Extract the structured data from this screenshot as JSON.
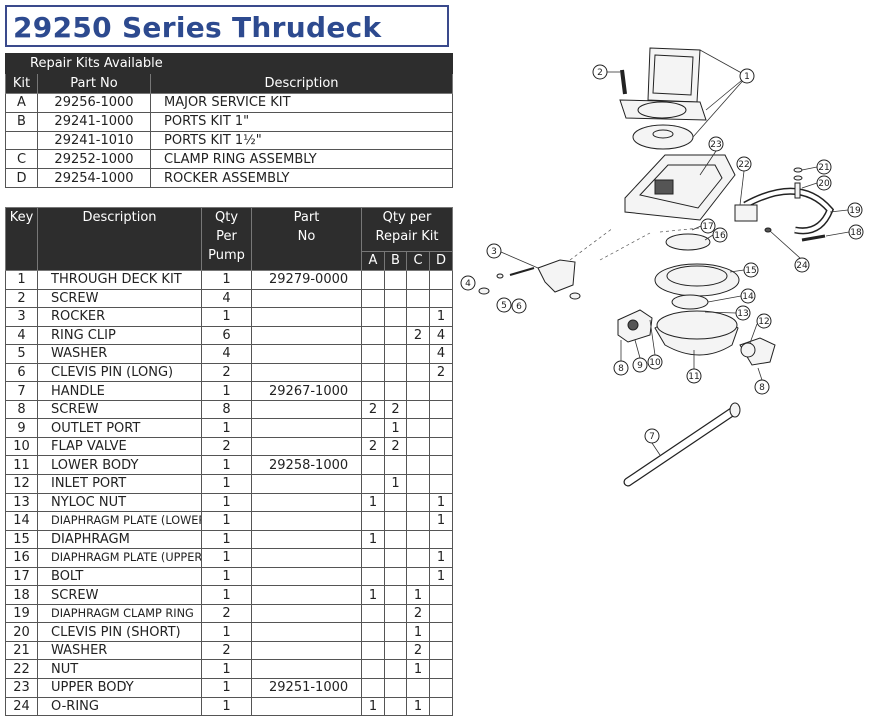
{
  "title": "29250 Series Thrudeck",
  "kits": {
    "caption": "Repair Kits Available",
    "headers": [
      "Kit",
      "Part No",
      "Description"
    ],
    "rows": [
      {
        "kit": "A",
        "part_no": "29256-1000",
        "description": "MAJOR SERVICE KIT"
      },
      {
        "kit": "B",
        "part_no": "29241-1000",
        "description": "PORTS KIT 1\""
      },
      {
        "kit": "",
        "part_no": "29241-1010",
        "description": "PORTS KIT 1½\""
      },
      {
        "kit": "C",
        "part_no": "29252-1000",
        "description": "CLAMP RING ASSEMBLY"
      },
      {
        "kit": "D",
        "part_no": "29254-1000",
        "description": "ROCKER ASSEMBLY"
      }
    ]
  },
  "parts": {
    "headers": {
      "key": "Key",
      "description": "Description",
      "qty_line1": "Qty",
      "qty_line2": "Per",
      "qty_line3": "Pump",
      "part_line1": "Part",
      "part_line2": "No",
      "repair_line1": "Qty per",
      "repair_line2": "Repair Kit",
      "kit_a": "A",
      "kit_b": "B",
      "kit_c": "C",
      "kit_d": "D"
    },
    "rows": [
      {
        "key": "1",
        "desc": "THROUGH DECK KIT",
        "qty": "1",
        "part": "29279-0000",
        "a": "",
        "b": "",
        "c": "",
        "d": ""
      },
      {
        "key": "2",
        "desc": "SCREW",
        "qty": "4",
        "part": "",
        "a": "",
        "b": "",
        "c": "",
        "d": ""
      },
      {
        "key": "3",
        "desc": "ROCKER",
        "qty": "1",
        "part": "",
        "a": "",
        "b": "",
        "c": "",
        "d": "1"
      },
      {
        "key": "4",
        "desc": "RING CLIP",
        "qty": "6",
        "part": "",
        "a": "",
        "b": "",
        "c": "2",
        "d": "4"
      },
      {
        "key": "5",
        "desc": "WASHER",
        "qty": "4",
        "part": "",
        "a": "",
        "b": "",
        "c": "",
        "d": "4"
      },
      {
        "key": "6",
        "desc": "CLEVIS PIN (LONG)",
        "qty": "2",
        "part": "",
        "a": "",
        "b": "",
        "c": "",
        "d": "2"
      },
      {
        "key": "7",
        "desc": "HANDLE",
        "qty": "1",
        "part": "29267-1000",
        "a": "",
        "b": "",
        "c": "",
        "d": ""
      },
      {
        "key": "8",
        "desc": "SCREW",
        "qty": "8",
        "part": "",
        "a": "2",
        "b": "2",
        "c": "",
        "d": ""
      },
      {
        "key": "9",
        "desc": "OUTLET PORT",
        "qty": "1",
        "part": "",
        "a": "",
        "b": "1",
        "c": "",
        "d": ""
      },
      {
        "key": "10",
        "desc": "FLAP VALVE",
        "qty": "2",
        "part": "",
        "a": "2",
        "b": "2",
        "c": "",
        "d": ""
      },
      {
        "key": "11",
        "desc": "LOWER BODY",
        "qty": "1",
        "part": "29258-1000",
        "a": "",
        "b": "",
        "c": "",
        "d": ""
      },
      {
        "key": "12",
        "desc": "INLET PORT",
        "qty": "1",
        "part": "",
        "a": "",
        "b": "1",
        "c": "",
        "d": ""
      },
      {
        "key": "13",
        "desc": "NYLOC NUT",
        "qty": "1",
        "part": "",
        "a": "1",
        "b": "",
        "c": "",
        "d": "1"
      },
      {
        "key": "14",
        "desc": "DIAPHRAGM PLATE (LOWER)",
        "qty": "1",
        "part": "",
        "a": "",
        "b": "",
        "c": "",
        "d": "1",
        "small": true
      },
      {
        "key": "15",
        "desc": "DIAPHRAGM",
        "qty": "1",
        "part": "",
        "a": "1",
        "b": "",
        "c": "",
        "d": ""
      },
      {
        "key": "16",
        "desc": "DIAPHRAGM PLATE (UPPER)",
        "qty": "1",
        "part": "",
        "a": "",
        "b": "",
        "c": "",
        "d": "1",
        "small": true
      },
      {
        "key": "17",
        "desc": "BOLT",
        "qty": "1",
        "part": "",
        "a": "",
        "b": "",
        "c": "",
        "d": "1"
      },
      {
        "key": "18",
        "desc": "SCREW",
        "qty": "1",
        "part": "",
        "a": "1",
        "b": "",
        "c": "1",
        "d": ""
      },
      {
        "key": "19",
        "desc": "DIAPHRAGM CLAMP RING",
        "qty": "2",
        "part": "",
        "a": "",
        "b": "",
        "c": "2",
        "d": "",
        "small": true
      },
      {
        "key": "20",
        "desc": "CLEVIS PIN (SHORT)",
        "qty": "1",
        "part": "",
        "a": "",
        "b": "",
        "c": "1",
        "d": ""
      },
      {
        "key": "21",
        "desc": "WASHER",
        "qty": "2",
        "part": "",
        "a": "",
        "b": "",
        "c": "2",
        "d": ""
      },
      {
        "key": "22",
        "desc": "NUT",
        "qty": "1",
        "part": "",
        "a": "",
        "b": "",
        "c": "1",
        "d": ""
      },
      {
        "key": "23",
        "desc": "UPPER BODY",
        "qty": "1",
        "part": "29251-1000",
        "a": "",
        "b": "",
        "c": "",
        "d": ""
      },
      {
        "key": "24",
        "desc": "O-RING",
        "qty": "1",
        "part": "",
        "a": "1",
        "b": "",
        "c": "1",
        "d": ""
      }
    ]
  },
  "diagram": {
    "callouts": [
      "1",
      "2",
      "3",
      "4",
      "5",
      "6",
      "7",
      "8",
      "8",
      "9",
      "10",
      "11",
      "12",
      "13",
      "14",
      "15",
      "16",
      "17",
      "18",
      "19",
      "20",
      "21",
      "22",
      "23",
      "24"
    ]
  }
}
